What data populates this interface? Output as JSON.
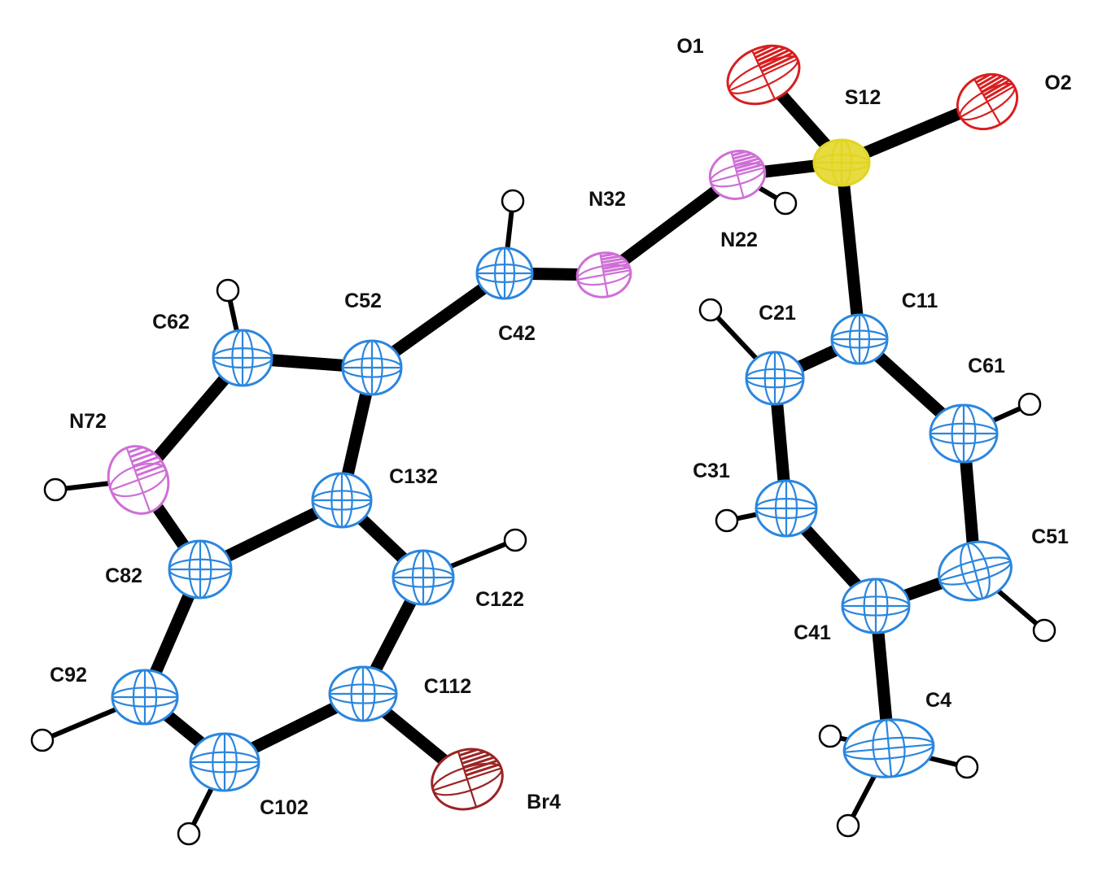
{
  "molecule": {
    "colors": {
      "C": "#2a86df",
      "N": "#cf6fd6",
      "O": "#d91e1e",
      "S": "#e2d520",
      "Br": "#9c2424",
      "bond": "#000000",
      "hydrogen": "#ffffff"
    },
    "atoms": [
      {
        "id": "O1",
        "element": "O",
        "label": "O1"
      },
      {
        "id": "O2",
        "element": "O",
        "label": "O2"
      },
      {
        "id": "S12",
        "element": "S",
        "label": "S12"
      },
      {
        "id": "N22",
        "element": "N",
        "label": "N22"
      },
      {
        "id": "N32",
        "element": "N",
        "label": "N32"
      },
      {
        "id": "C42",
        "element": "C",
        "label": "C42"
      },
      {
        "id": "C52",
        "element": "C",
        "label": "C52"
      },
      {
        "id": "C62",
        "element": "C",
        "label": "C62"
      },
      {
        "id": "N72",
        "element": "N",
        "label": "N72"
      },
      {
        "id": "C82",
        "element": "C",
        "label": "C82"
      },
      {
        "id": "C92",
        "element": "C",
        "label": "C92"
      },
      {
        "id": "C102",
        "element": "C",
        "label": "C102"
      },
      {
        "id": "C112",
        "element": "C",
        "label": "C112"
      },
      {
        "id": "C122",
        "element": "C",
        "label": "C122"
      },
      {
        "id": "C132",
        "element": "C",
        "label": "C132"
      },
      {
        "id": "Br4",
        "element": "Br",
        "label": "Br4"
      },
      {
        "id": "C11",
        "element": "C",
        "label": "C11"
      },
      {
        "id": "C21",
        "element": "C",
        "label": "C21"
      },
      {
        "id": "C31",
        "element": "C",
        "label": "C31"
      },
      {
        "id": "C41",
        "element": "C",
        "label": "C41"
      },
      {
        "id": "C51",
        "element": "C",
        "label": "C51"
      },
      {
        "id": "C61",
        "element": "C",
        "label": "C61"
      },
      {
        "id": "C4",
        "element": "C",
        "label": "C4"
      }
    ],
    "bonds": [
      [
        "O1",
        "S12"
      ],
      [
        "S12",
        "O2"
      ],
      [
        "S12",
        "N22"
      ],
      [
        "S12",
        "C11"
      ],
      [
        "N22",
        "N32"
      ],
      [
        "N32",
        "C42"
      ],
      [
        "C42",
        "C52"
      ],
      [
        "C52",
        "C62"
      ],
      [
        "C62",
        "N72"
      ],
      [
        "N72",
        "C82"
      ],
      [
        "C82",
        "C132"
      ],
      [
        "C132",
        "C52"
      ],
      [
        "C132",
        "C122"
      ],
      [
        "C122",
        "C112"
      ],
      [
        "C112",
        "C102"
      ],
      [
        "C102",
        "C92"
      ],
      [
        "C92",
        "C82"
      ],
      [
        "C112",
        "Br4"
      ],
      [
        "C11",
        "C21"
      ],
      [
        "C21",
        "C31"
      ],
      [
        "C31",
        "C41"
      ],
      [
        "C41",
        "C51"
      ],
      [
        "C51",
        "C61"
      ],
      [
        "C61",
        "C11"
      ],
      [
        "C41",
        "C4"
      ]
    ],
    "hydrogens": [
      {
        "parent": "N22"
      },
      {
        "parent": "C42"
      },
      {
        "parent": "C62"
      },
      {
        "parent": "N72"
      },
      {
        "parent": "C122"
      },
      {
        "parent": "C92"
      },
      {
        "parent": "C102"
      },
      {
        "parent": "C21"
      },
      {
        "parent": "C61"
      },
      {
        "parent": "C31"
      },
      {
        "parent": "C51"
      },
      {
        "parent": "C4"
      },
      {
        "parent": "C4"
      },
      {
        "parent": "C4"
      }
    ]
  }
}
